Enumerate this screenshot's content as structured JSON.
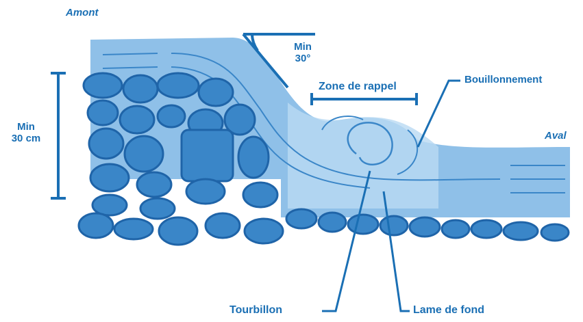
{
  "labels": {
    "upstream": "Amont",
    "downstream": "Aval",
    "min_height_line1": "Min",
    "min_height_line2": "30 cm",
    "min_angle_line1": "Min",
    "min_angle_line2": "30°",
    "return_zone": "Zone de rappel",
    "bubbling": "Bouillonnement",
    "vortex": "Tourbillon",
    "ground_wave": "Lame de fond"
  },
  "colors": {
    "accent": "#1a6fb4",
    "water": "#8fc0e8",
    "water_light": "#b9d9f2",
    "stones": "#3a86c8",
    "stone_outline": "#1f64a8"
  }
}
